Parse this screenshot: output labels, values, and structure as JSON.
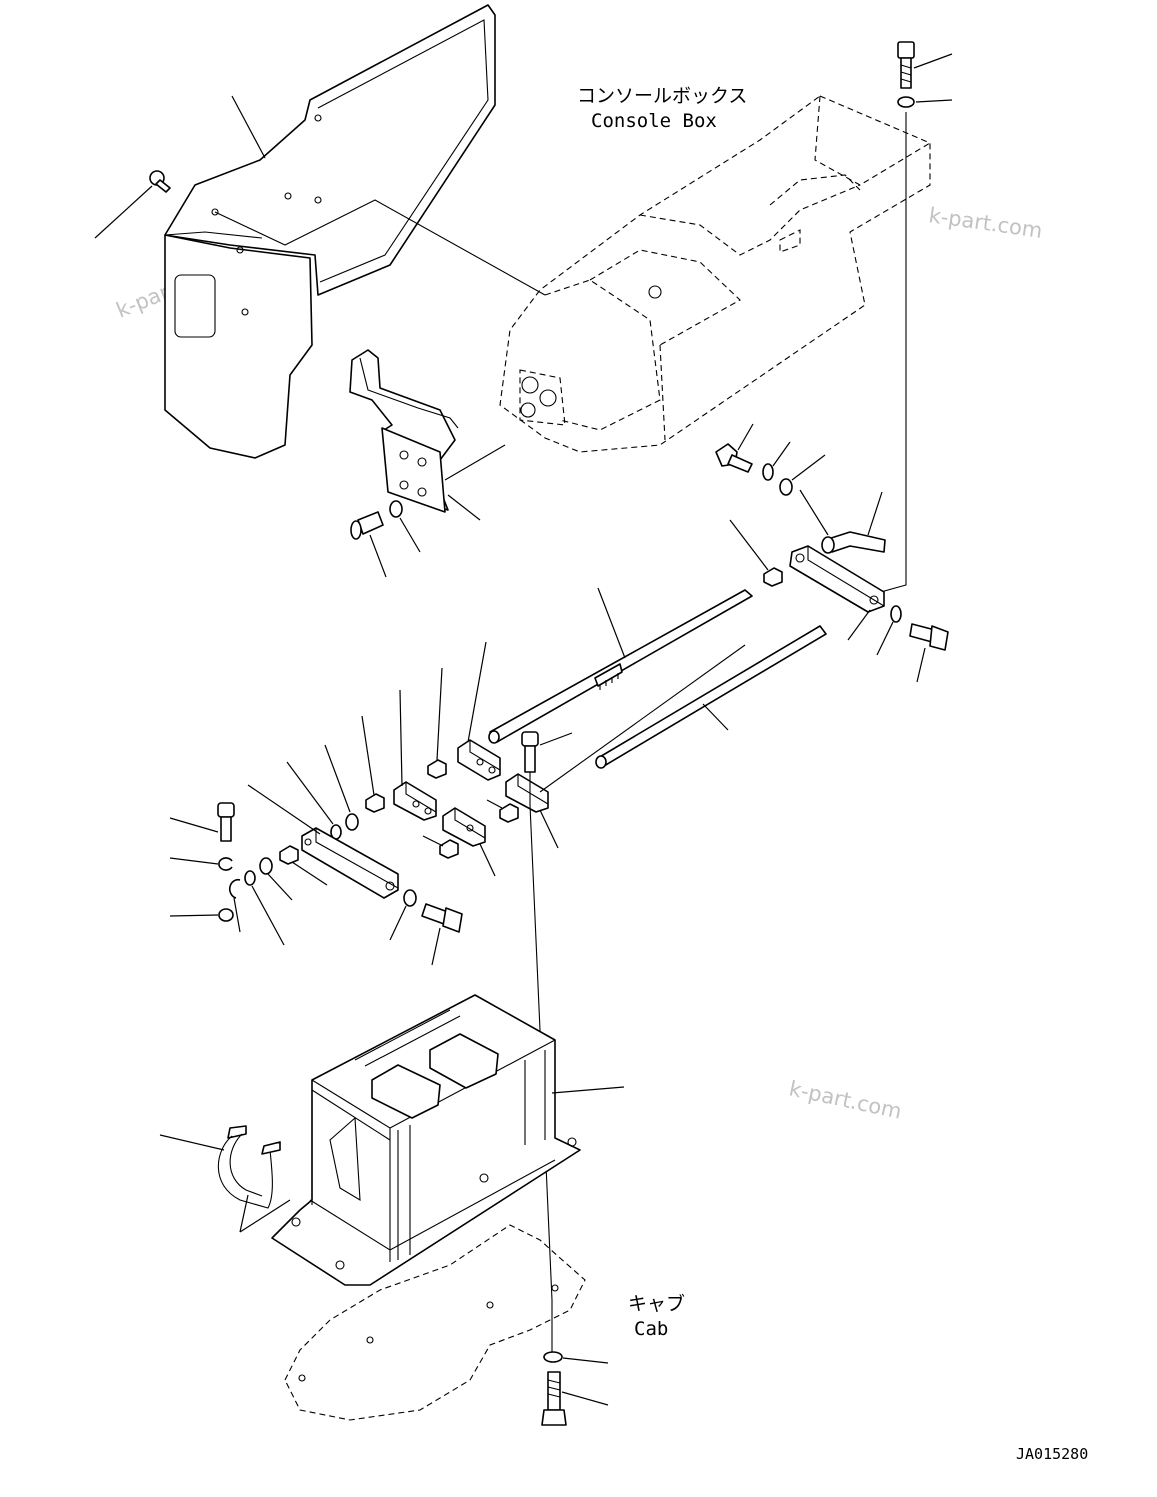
{
  "labels": {
    "console_box_jp": "コンソールボックス",
    "console_box_en": "Console Box",
    "cab_jp": "キャブ",
    "cab_en": "Cab"
  },
  "drawing_number": "JA015280",
  "watermark": "k-part.com"
}
